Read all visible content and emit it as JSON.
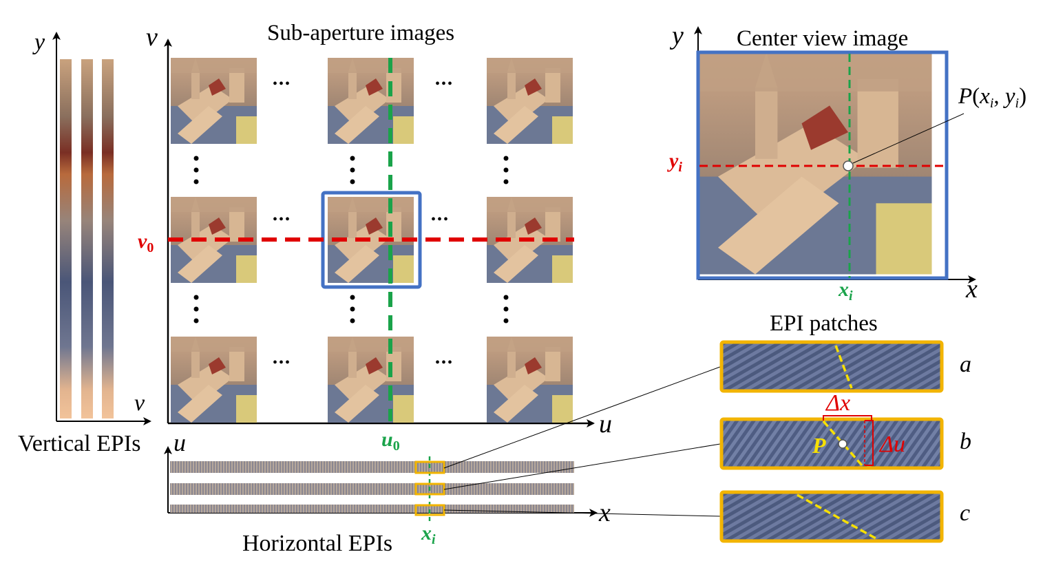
{
  "titles": {
    "sub_aperture": "Sub-aperture images",
    "center_view": "Center view image",
    "epi_patches": "EPI patches",
    "vertical_epis": "Vertical EPIs",
    "horizontal_epis": "Horizontal EPIs"
  },
  "axes": {
    "v": "v",
    "u": "u",
    "x": "x",
    "y": "y"
  },
  "markers": {
    "v0_base": "v",
    "v0_sub": "0",
    "u0_base": "u",
    "u0_sub": "0",
    "xi_base": "x",
    "xi_sub": "i",
    "yi_base": "y",
    "yi_sub": "i"
  },
  "point_label": {
    "P": "P",
    "open": "(",
    "x": "x",
    "i1": "i",
    "comma": ", ",
    "y": "y",
    "i2": "i",
    "close": ")"
  },
  "ellipsis": "•••",
  "patches": {
    "a": "a",
    "b": "b",
    "c": "c",
    "dx": "Δx",
    "du": "Δu",
    "p": "P"
  },
  "colors": {
    "red": "#e00000",
    "green": "#1aa34a",
    "blue": "#4472c4",
    "gold": "#f2b400",
    "yellow": "#f7e000"
  }
}
